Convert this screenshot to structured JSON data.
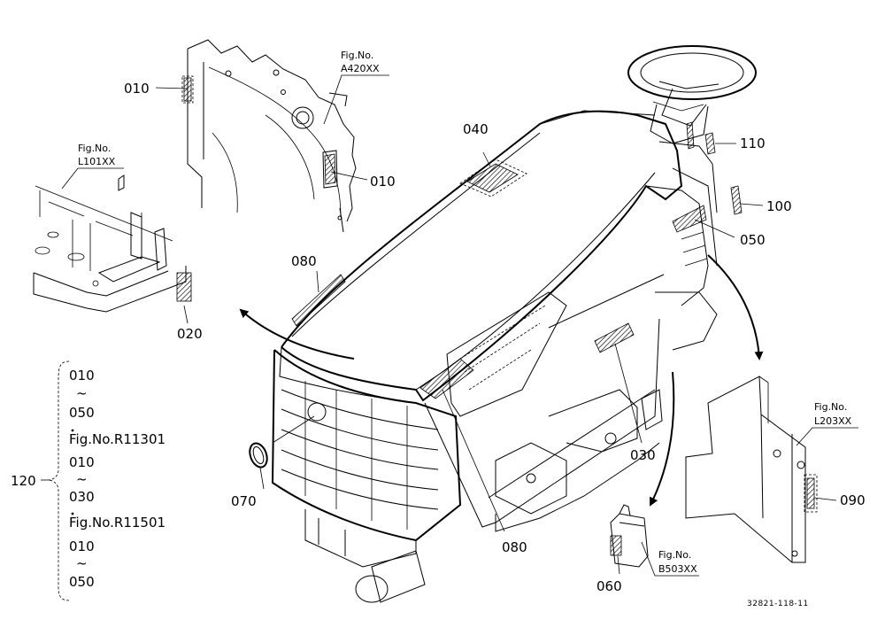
{
  "callouts": {
    "c010_top": "010",
    "c010_right": "010",
    "c020": "020",
    "c030": "030",
    "c040": "040",
    "c050": "050",
    "c060": "060",
    "c070": "070",
    "c080_top": "080",
    "c080_bottom": "080",
    "c090": "090",
    "c100": "100",
    "c110": "110"
  },
  "figure_refs": {
    "a420": {
      "line1": "Fig.No.",
      "line2": "A420XX"
    },
    "l101": {
      "line1": "Fig.No.",
      "line2": "L101XX"
    },
    "l203": {
      "line1": "Fig.No.",
      "line2": "L203XX"
    },
    "b503": {
      "line1": "Fig.No.",
      "line2": "B503XX"
    }
  },
  "kit_list": {
    "number": "120",
    "items": [
      "010",
      "~",
      "050",
      "Fig.No.R11301",
      "010",
      "~",
      "030",
      "Fig.No.R11501",
      "010",
      "~",
      "050"
    ]
  },
  "drawing_ref": "32821-118-11"
}
